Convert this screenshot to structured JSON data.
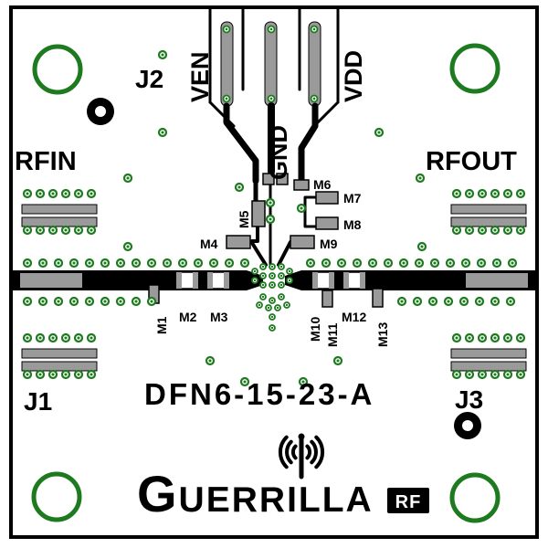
{
  "board": {
    "part_number": "DFN6-15-23-A"
  },
  "connectors": {
    "j1": "J1",
    "j2": "J2",
    "j3": "J3"
  },
  "ports": {
    "rfin": "RFIN",
    "rfout": "RFOUT"
  },
  "nets": {
    "ven": "VEN",
    "vdd": "VDD",
    "gnd": "GND"
  },
  "components": {
    "m1": "M1",
    "m2": "M2",
    "m3": "M3",
    "m4": "M4",
    "m5": "M5",
    "m6": "M6",
    "m7": "M7",
    "m8": "M8",
    "m9": "M9",
    "m10": "M10",
    "m11": "M11",
    "m12": "M12",
    "m13": "M13"
  },
  "logo": {
    "brand": "Guerrilla",
    "suffix": "RF"
  },
  "colors": {
    "via_green": "#1e7a1e",
    "pad_gray": "#9a9a9a",
    "silkscreen": "#000000",
    "board": "#ffffff"
  }
}
